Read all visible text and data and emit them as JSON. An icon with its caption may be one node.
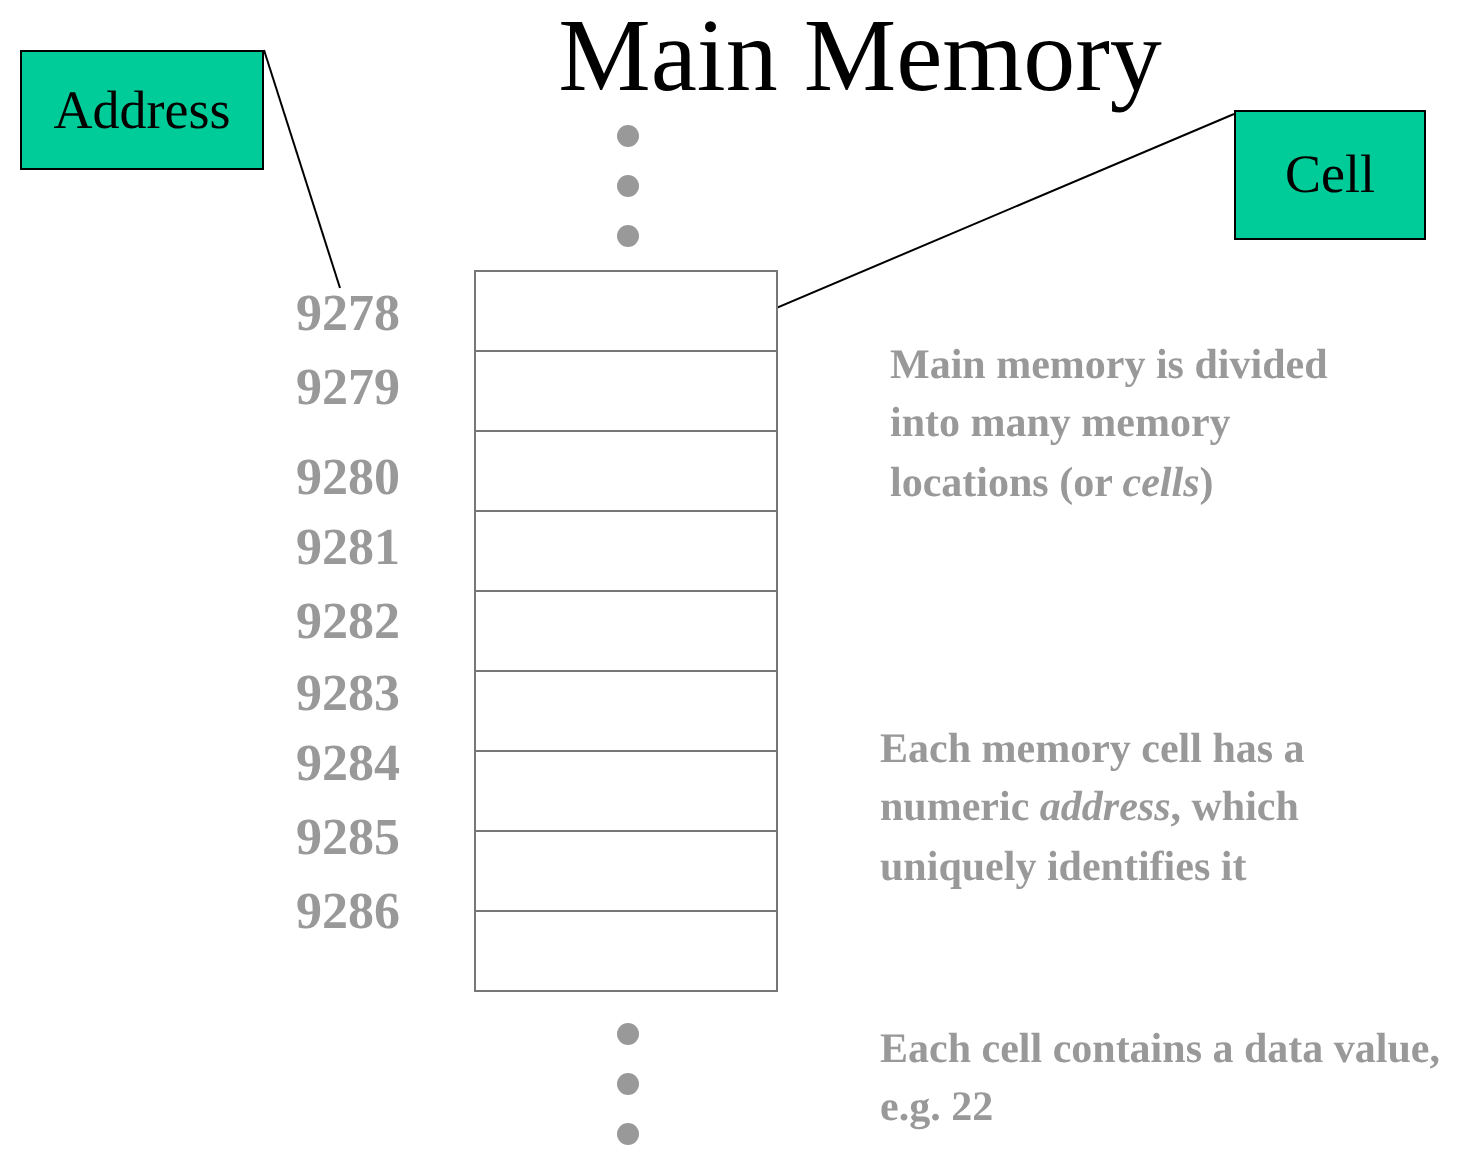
{
  "diagram": {
    "title": "Main Memory",
    "nodes": [
      {
        "text": [
          "Address"
        ]
      },
      {
        "text": [
          "Cell"
        ]
      },
      {
        "text": [],
        "shape": "box"
      },
      {
        "text": [],
        "shape": "box"
      },
      {
        "text": [],
        "shape": "box"
      },
      {
        "text": [],
        "shape": "box"
      },
      {
        "text": [],
        "shape": "box"
      },
      {
        "text": [],
        "shape": "box"
      },
      {
        "text": [],
        "shape": "box"
      },
      {
        "text": [],
        "shape": "box"
      },
      {
        "text": [],
        "shape": "box"
      },
      {
        "text": [
          "9278"
        ]
      },
      {
        "text": [
          "9279"
        ]
      },
      {
        "text": [
          "9280"
        ]
      },
      {
        "text": [
          "9281"
        ]
      },
      {
        "text": [
          "9282"
        ]
      },
      {
        "text": [
          "9283"
        ]
      },
      {
        "text": [
          "9284"
        ]
      },
      {
        "text": [
          "9285"
        ]
      },
      {
        "text": [
          "9286"
        ]
      }
    ],
    "edges": [
      {
        "from": 0,
        "to": 11,
        "arrow": "none"
      },
      {
        "from": 1,
        "to": 2,
        "arrow": "none"
      }
    ],
    "labels": [
      "Main memory is divided into many memory locations (or *cells*)",
      "Each memory cell has a numeric *address*, which uniquely identifies it",
      "Each cell contains a data value, e.g. 22"
    ]
  }
}
